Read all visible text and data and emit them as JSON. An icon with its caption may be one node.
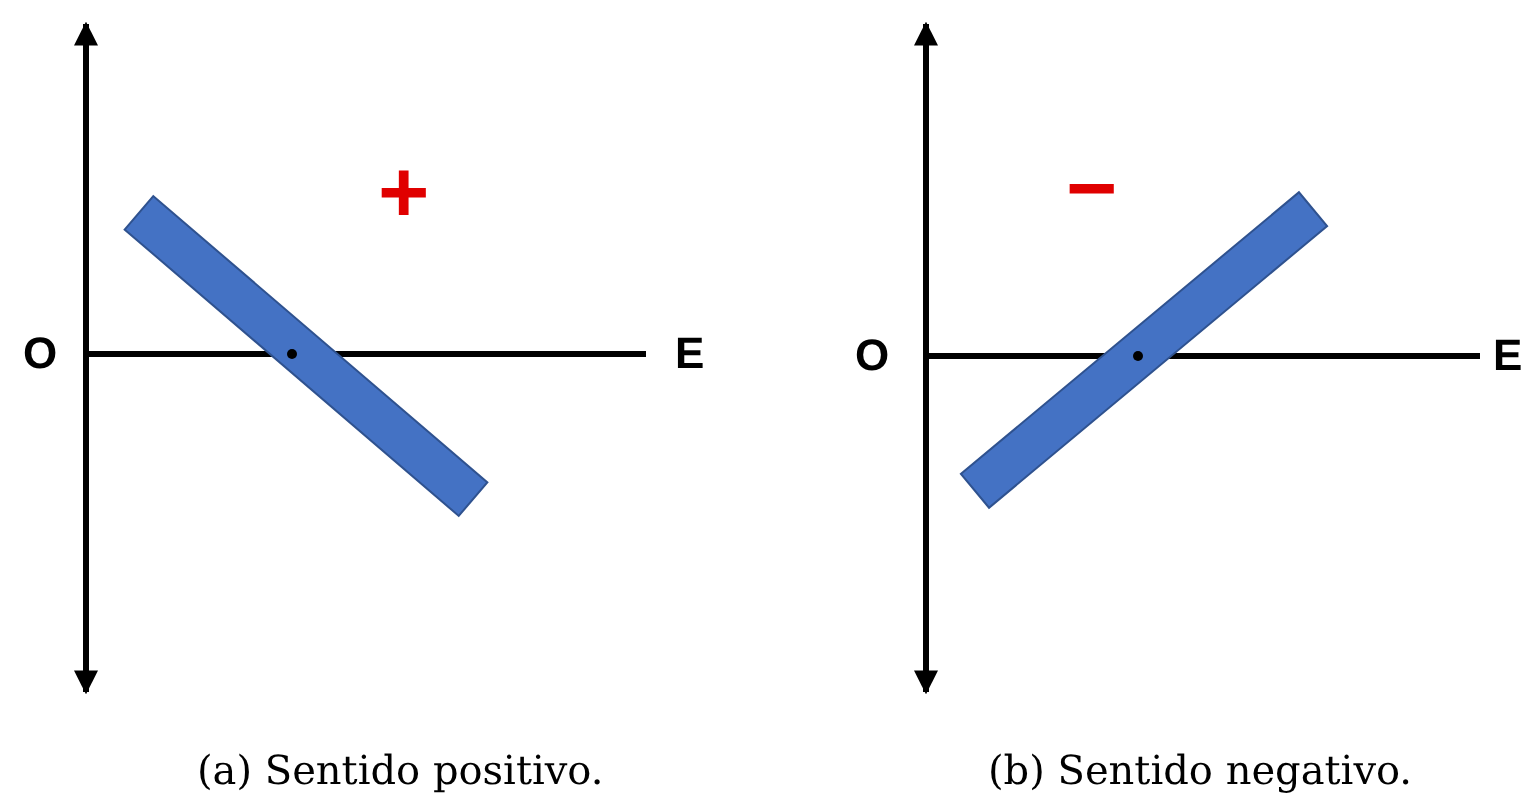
{
  "diagram": {
    "labels": [
      "+",
      "O",
      "E",
      "(a) Sentido positivo.",
      "−",
      "O",
      "E",
      "(b) Sentido negativo."
    ]
  }
}
